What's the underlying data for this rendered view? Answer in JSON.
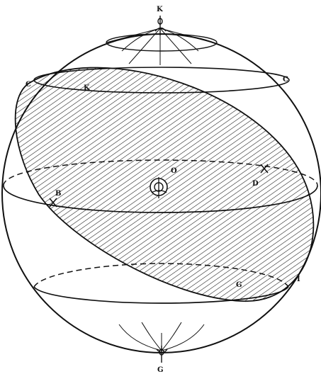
{
  "diagram": {
    "labels": {
      "k_top": "K",
      "c_left": "C",
      "k_upper": "K",
      "c_right": "C",
      "o": "O",
      "d": "D",
      "b": "B",
      "g_mid": "G",
      "i": "I",
      "g_bottom": "G"
    },
    "colors": {
      "ink": "#111111",
      "paper": "#ffffff"
    }
  }
}
